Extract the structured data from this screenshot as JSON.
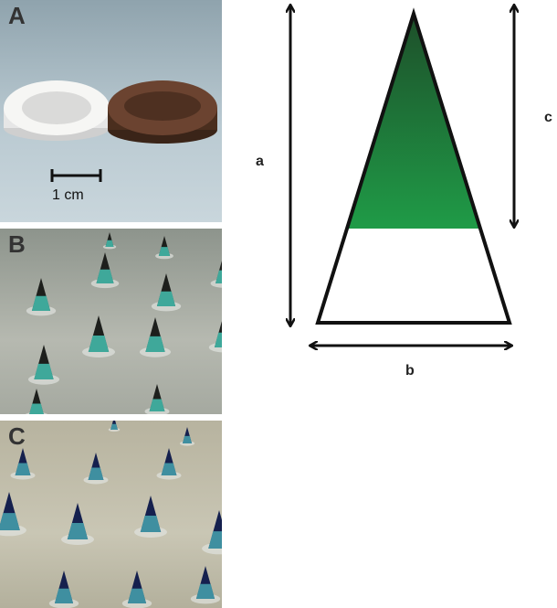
{
  "panels": {
    "a": {
      "label": "A",
      "scale_bar": "1 cm"
    },
    "b": {
      "label": "B"
    },
    "c": {
      "label": "C"
    }
  },
  "diagram": {
    "labels": {
      "a": "a",
      "b": "b",
      "c": "c"
    },
    "colors": {
      "fill_top": "#1e4f2a",
      "fill_bottom": "#1f9b47",
      "outline": "#111111"
    }
  }
}
